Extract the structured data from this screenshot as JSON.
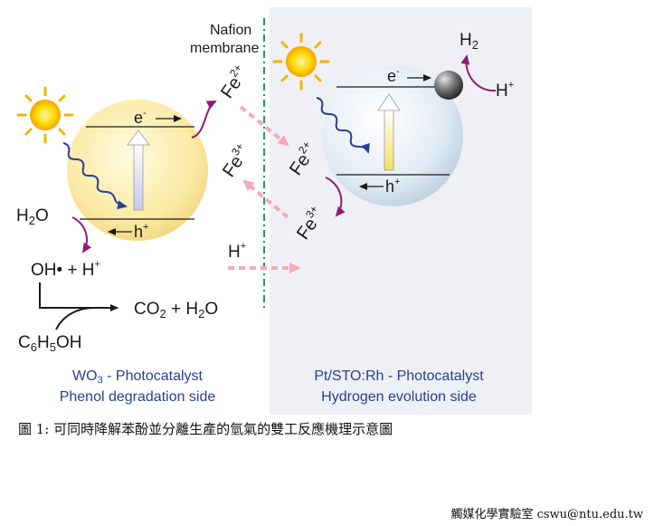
{
  "membrane": {
    "line1": "Nafion",
    "line2": "membrane"
  },
  "left_sphere": {
    "electron": "e",
    "hole": "h"
  },
  "right_sphere": {
    "electron": "e",
    "hole": "h",
    "cocatalyst_product": "H",
    "cocatalyst_product_sub": "2",
    "proton": "H"
  },
  "iron": {
    "fe": "Fe",
    "fe2_charge": "2+",
    "fe3_charge": "3+"
  },
  "left_reactions": {
    "water_prefix": "H",
    "water_sub": "2",
    "water_suffix": "O",
    "radical": "OH• + H",
    "co2_prefix": "CO",
    "co2_sub": "2",
    "co2_mid": " + H",
    "co2_sub2": "2",
    "co2_suffix": "O",
    "phenol_c": "C",
    "phenol_c_sub": "6",
    "phenol_h": "H",
    "phenol_h_sub": "5",
    "phenol_oh": "OH"
  },
  "proton_transfer": "H",
  "labels": {
    "left_line1_prefix": "WO",
    "left_line1_sub": "3",
    "left_line1_suffix": " - Photocatalyst",
    "left_line2": "Phenol degradation side",
    "right_line1": "Pt/STO:Rh - Photocatalyst",
    "right_line2": "Hydrogen evolution side"
  },
  "caption": "圖 1: 可同時降解苯酚並分離生產的氫氣的雙工反應機理示意圖",
  "footer": "觸媒化學實驗室 cswu@ntu.edu.tw",
  "colors": {
    "panel_bg": "#eef0f6",
    "membrane_line": "#1f9a6a",
    "arrow_magenta": "#8e1a78",
    "arrow_pink": "#f2aab6",
    "wave_blue": "#2d3f9a",
    "text_blue": "#2a3f8f",
    "sun_yellow": "#ffd800",
    "sun_orange": "#f4a300"
  }
}
